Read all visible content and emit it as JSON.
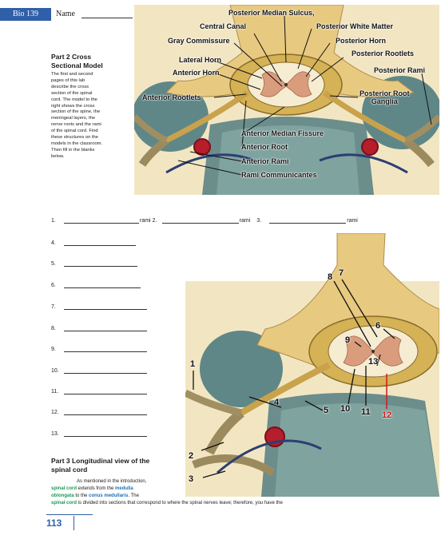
{
  "header": {
    "course": "Bio 139",
    "name_label": "Name"
  },
  "part2": {
    "title_line1": "Part 2 Cross",
    "title_line2": "Sectional Model",
    "body_lines": [
      "The first and second",
      "pages of this lab",
      "describe the cross",
      "section of the spinal",
      "cord.  The model to the",
      "right shows the cross",
      "section of the spine, the",
      "meningeal layers, the",
      "nerve roots and the rami",
      "of the spinal cord.  Find",
      "these structures on the",
      "models in the classroom.",
      "Then fill in the blanks",
      "below."
    ]
  },
  "figure1": {
    "labels": {
      "posterior_median_sulcus": "Posterior Median Sulcus,",
      "central_canal": "Central Canal",
      "posterior_white_matter": "Posterior White Matter",
      "gray_commissure": "Gray Commissure",
      "posterior_horn": "Posterior Horn",
      "posterior_rootlets": "Posterior Rootlets",
      "lateral_horn": "Lateral Horn",
      "anterior_horn": "Anterior Horn",
      "posterior_rami": "Posterior Rami",
      "anterior_rootlets": "Anterior Rootlets",
      "posterior_root_ganglia_1": "Posterior Root",
      "posterior_root_ganglia_2": "Ganglia",
      "anterior_median_fissure": "Anterior Median Fissure",
      "anterior_root": "Anterior Root",
      "anterior_rami": "Anterior Rami",
      "rami_communicantes": "Rami Communicantes"
    }
  },
  "blanks": {
    "rami_word": "rami",
    "row1": [
      {
        "num": "1.",
        "suffix": "rami"
      },
      {
        "num": "2.",
        "suffix": "rami"
      },
      {
        "num": "3.",
        "suffix": "rami"
      }
    ],
    "numbers": [
      "4.",
      "5.",
      "6.",
      "7.",
      "8.",
      "9.",
      "10.",
      "11.",
      "12.",
      "13."
    ]
  },
  "figure2": {
    "numbers": [
      "1",
      "2",
      "3",
      "4",
      "5",
      "6",
      "7",
      "8",
      "9",
      "10",
      "11",
      "12",
      "13"
    ]
  },
  "part3": {
    "title_line1": "Part 3 Longitudinal view of the",
    "title_line2": "spinal cord",
    "line1_prefix": "As mentioned in the introduction,",
    "line2_a": "spinal cord",
    "line2_b": " extends from the ",
    "line2_c": "medulla",
    "line3_a": "oblongata",
    "line3_b": " to the ",
    "line3_c": "conus medullaris",
    "line3_d": ". The",
    "line4_a": "spinal cord",
    "line4_b": " is divided into sections that correspond to where the spinal nerves leave; therefore, you have the"
  },
  "page_number": "113",
  "colors": {
    "course_tab": "#2f5fa8",
    "highlight_green": "#1f9a57",
    "highlight_blue": "#1f6fb8",
    "label_red": "#cc1b1b"
  }
}
